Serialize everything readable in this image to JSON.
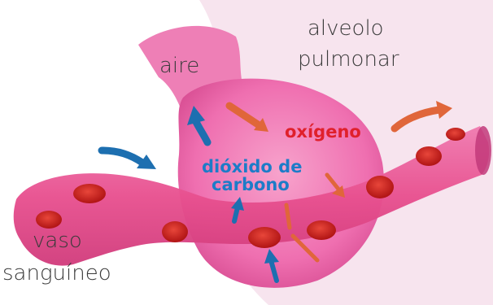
{
  "labels": {
    "aire": "aire",
    "alveolo_line1": "alveolo",
    "alveolo_line2": "pulmonar",
    "oxigeno": "oxígeno",
    "dioxido_line1": "dióxido de",
    "dioxido_line2": "carbono",
    "vaso_line1": "vaso",
    "vaso_line2": "sanguíneo"
  },
  "colors": {
    "oxigeno": "#e0202b",
    "dioxido": "#1d7cc8",
    "oxygen_arrow": "#e0663a",
    "co2_arrow": "#1d6fb0",
    "alveolus": "#ef6fb0",
    "vessel": "#e8508f",
    "red_cell": "#c81c1c",
    "background_bubble": "#f7e4ee"
  },
  "icons": {
    "oxygen_arrows": "orange-arrow-icon",
    "co2_arrows": "blue-arrow-icon"
  }
}
